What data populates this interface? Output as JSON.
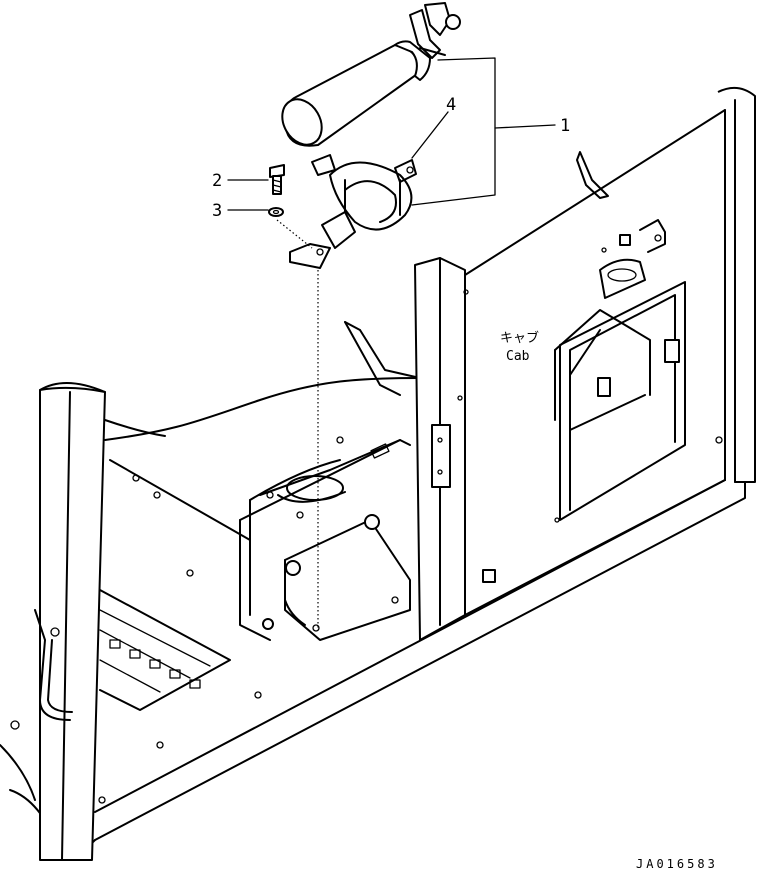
{
  "callouts": {
    "c1": "1",
    "c2": "2",
    "c3": "3",
    "c4": "4"
  },
  "panel_label": {
    "jp": "キャブ",
    "en": "Cab"
  },
  "document_id": "JA016583"
}
